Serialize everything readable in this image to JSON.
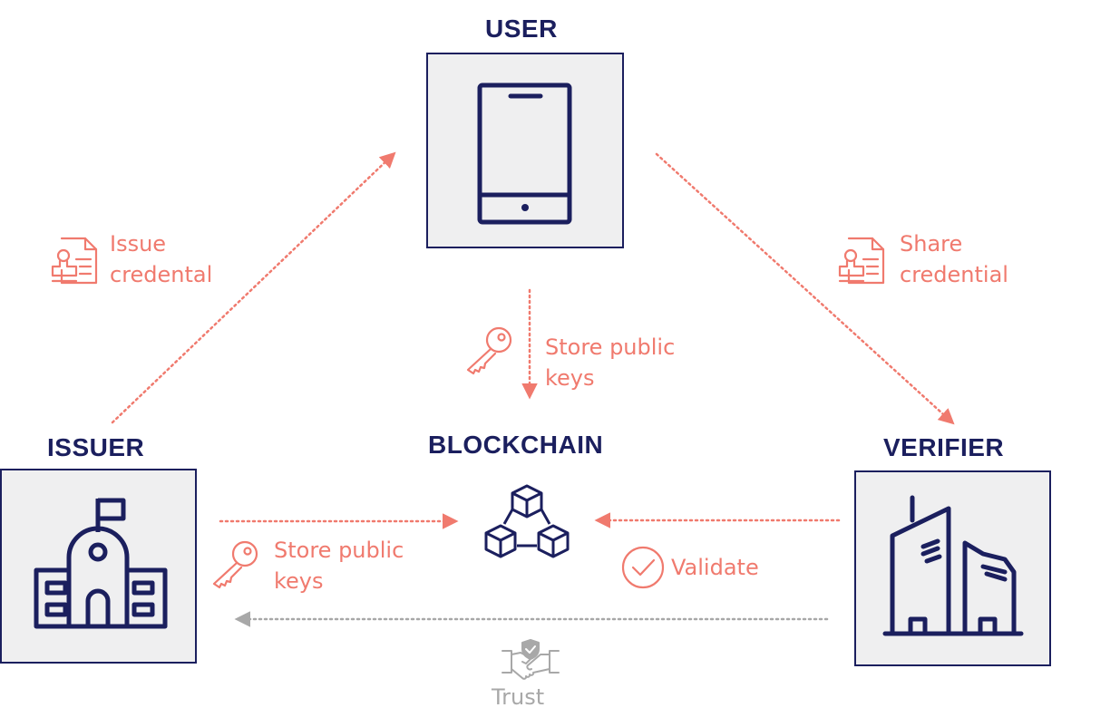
{
  "nodes": {
    "user": {
      "title": "USER"
    },
    "issuer": {
      "title": "ISSUER"
    },
    "verifier": {
      "title": "VERIFIER"
    },
    "blockchain": {
      "title": "BLOCKCHAIN"
    }
  },
  "edges": {
    "issue": {
      "line1": "Issue",
      "line2": "credental"
    },
    "share": {
      "line1": "Share",
      "line2": "credential"
    },
    "store_user": {
      "line1": "Store public",
      "line2": "keys"
    },
    "store_issuer": {
      "line1": "Store public",
      "line2": "keys"
    },
    "validate": {
      "label": "Validate"
    },
    "trust": {
      "label": "Trust"
    }
  },
  "colors": {
    "navy": "#1b1f5e",
    "coral": "#f07a6e",
    "grey": "#a8a8a8",
    "box": "#efeff0"
  },
  "icons": [
    "tablet-icon",
    "school-icon",
    "buildings-icon",
    "blockchain-cubes-icon",
    "certificate-icon",
    "key-icon",
    "checkmark-circle-icon",
    "handshake-icon"
  ]
}
